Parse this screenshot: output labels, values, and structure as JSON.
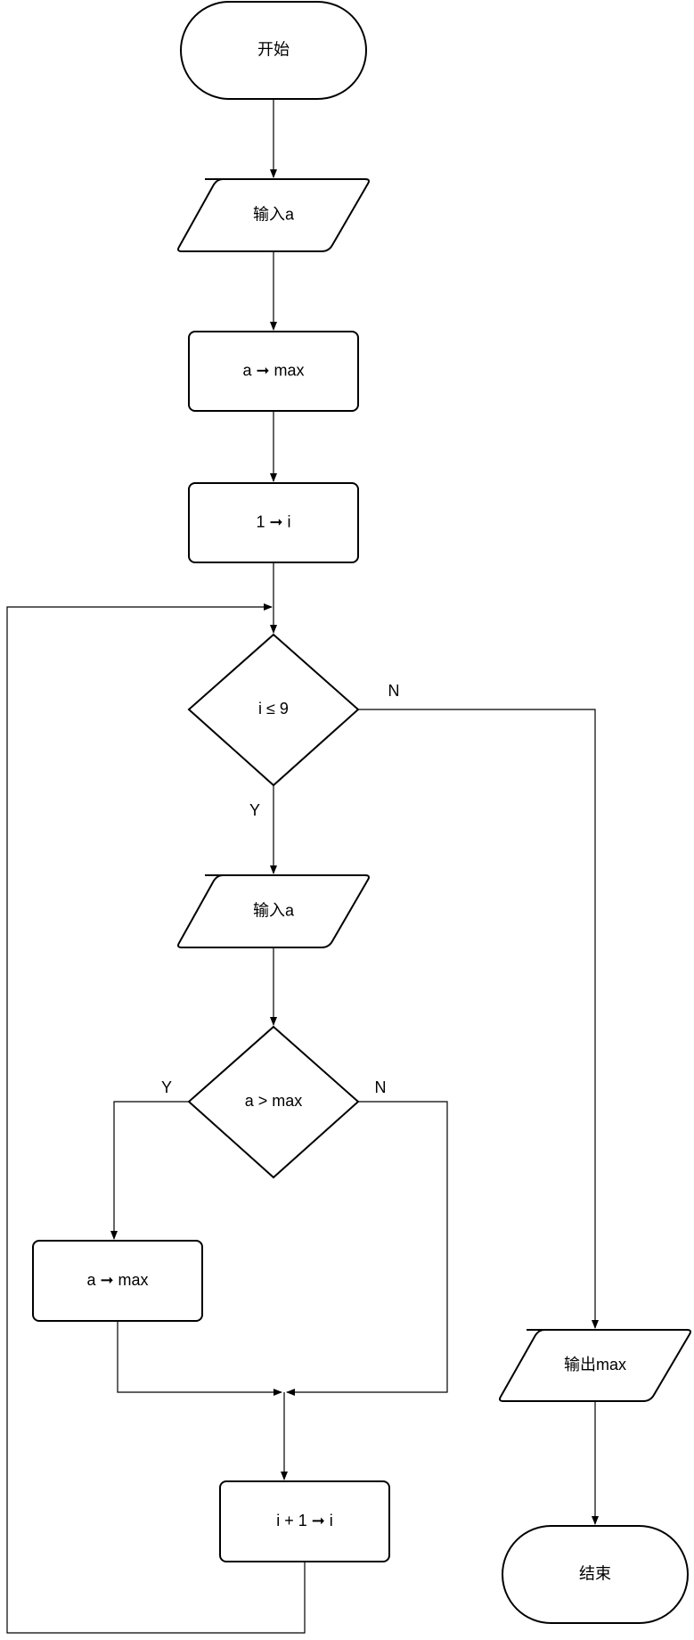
{
  "diagram": {
    "nodes": {
      "start": {
        "text": "开始"
      },
      "input_a_1": {
        "text": "输入a"
      },
      "a_to_max_1": {
        "text": "a ➞ max"
      },
      "one_to_i": {
        "text": "1 ➞ i"
      },
      "cond_i": {
        "text": "i ≤ 9"
      },
      "input_a_2": {
        "text": "输入a"
      },
      "cond_a": {
        "text": "a > max"
      },
      "a_to_max_2": {
        "text": "a ➞ max"
      },
      "incr_i": {
        "text": "i + 1 ➞ i"
      },
      "output_max": {
        "text": "输出max"
      },
      "end": {
        "text": "结束"
      }
    },
    "edge_labels": {
      "cond_i_no": "N",
      "cond_i_yes": "Y",
      "cond_a_yes": "Y",
      "cond_a_no": "N"
    }
  }
}
